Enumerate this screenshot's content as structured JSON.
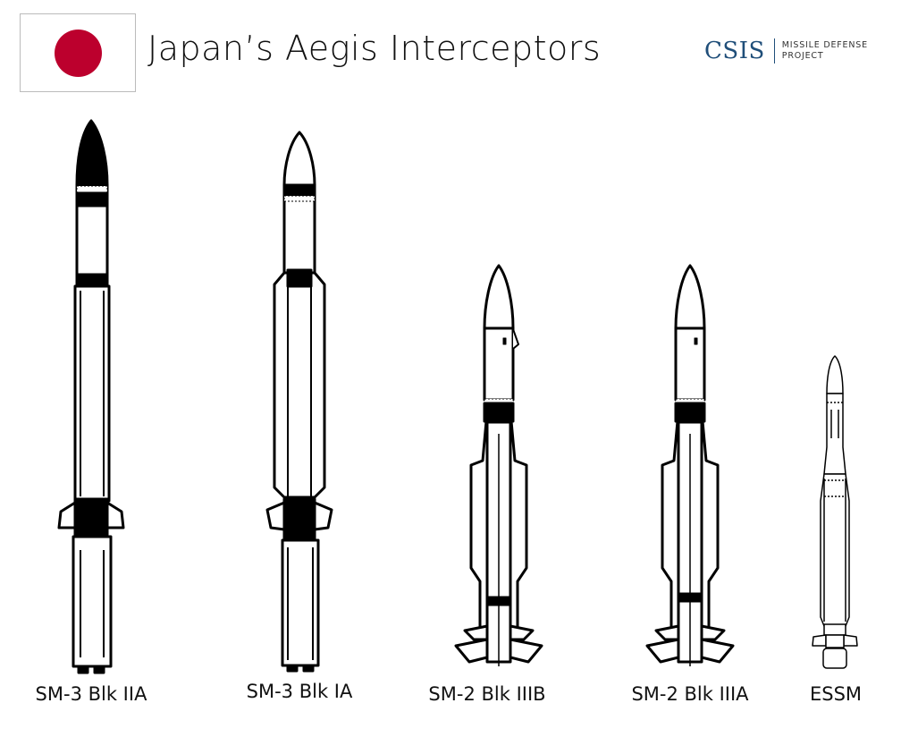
{
  "header": {
    "title": "Japan’s Aegis Interceptors",
    "flag_color": "#bc002d",
    "logo": {
      "name": "CSIS",
      "project_line1": "MISSILE DEFENSE",
      "project_line2": "PROJECT",
      "color": "#1f4e79"
    }
  },
  "missiles": [
    {
      "label": "SM-3 Blk IIA",
      "icon": "sm3-blk-iia-missile-icon"
    },
    {
      "label": "SM-3 Blk IA",
      "icon": "sm3-blk-ia-missile-icon"
    },
    {
      "label": "SM-2 Blk IIIB",
      "icon": "sm2-blk-iiib-missile-icon"
    },
    {
      "label": "SM-2 Blk IIIA",
      "icon": "sm2-blk-iiia-missile-icon"
    },
    {
      "label": "ESSM",
      "icon": "essm-missile-icon"
    }
  ]
}
